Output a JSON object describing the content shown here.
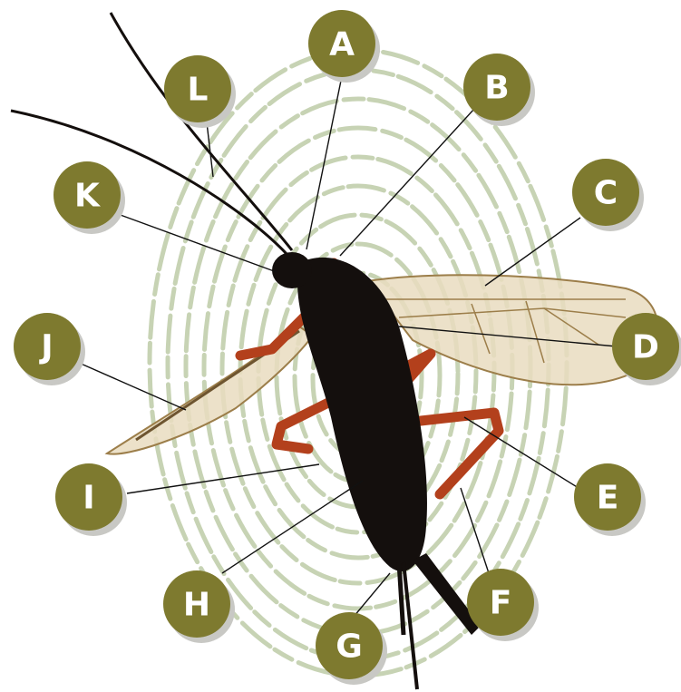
{
  "colors": {
    "marker": "#7e7a2f",
    "marker_shadow": "#c8c8c4",
    "leader_line": "#111111",
    "fingerprint": "#c7d3b4",
    "body": "#140f0d",
    "legs": "#b3401c",
    "wing": "#e9dcc0",
    "wing_vein": "#9c7e4a"
  },
  "markers": [
    {
      "id": "A",
      "letter": "A"
    },
    {
      "id": "B",
      "letter": "B"
    },
    {
      "id": "C",
      "letter": "C"
    },
    {
      "id": "D",
      "letter": "D"
    },
    {
      "id": "E",
      "letter": "E"
    },
    {
      "id": "F",
      "letter": "F"
    },
    {
      "id": "G",
      "letter": "G"
    },
    {
      "id": "H",
      "letter": "H"
    },
    {
      "id": "I",
      "letter": "I"
    },
    {
      "id": "J",
      "letter": "J"
    },
    {
      "id": "K",
      "letter": "K"
    },
    {
      "id": "L",
      "letter": "L"
    }
  ]
}
